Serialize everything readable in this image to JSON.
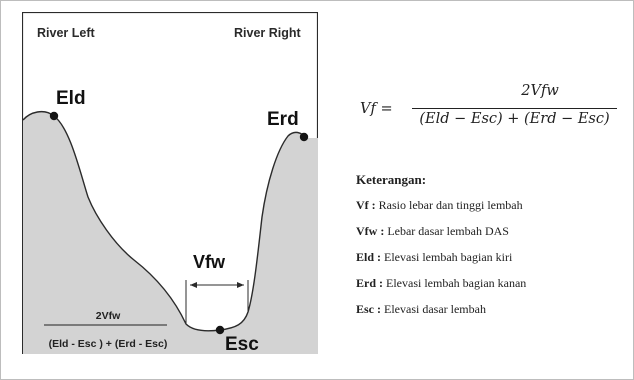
{
  "diagram": {
    "river_left": "River Left",
    "river_right": "River Right",
    "points": {
      "eld": "Eld",
      "erd": "Erd",
      "esc": "Esc",
      "vfw": "Vfw"
    },
    "inline_formula": {
      "numerator": "2Vfw",
      "denominator": "(Eld - Esc ) + (Erd - Esc)"
    }
  },
  "formula": {
    "lhs": "Vf =",
    "numerator": "2Vfw",
    "denominator": "(Eld − Esc) + (Erd − Esc)"
  },
  "legend": {
    "title": "Keterangan:",
    "items": [
      {
        "term": "Vf",
        "sep": " : ",
        "desc": "Rasio lebar dan tinggi lembah"
      },
      {
        "term": "Vfw",
        "sep": " : ",
        "desc": "Lebar dasar lembah DAS"
      },
      {
        "term": "Eld",
        "sep": " : ",
        "desc": "Elevasi lembah bagian kiri"
      },
      {
        "term": "Erd",
        "sep": " : ",
        "desc": "Elevasi lembah bagian kanan"
      },
      {
        "term": "Esc",
        "sep": " : ",
        "desc": "Elevasi dasar lembah"
      }
    ]
  },
  "colors": {
    "valley_fill": "#d3d3d3",
    "outline": "#2b2b2b",
    "point": "#151515"
  }
}
